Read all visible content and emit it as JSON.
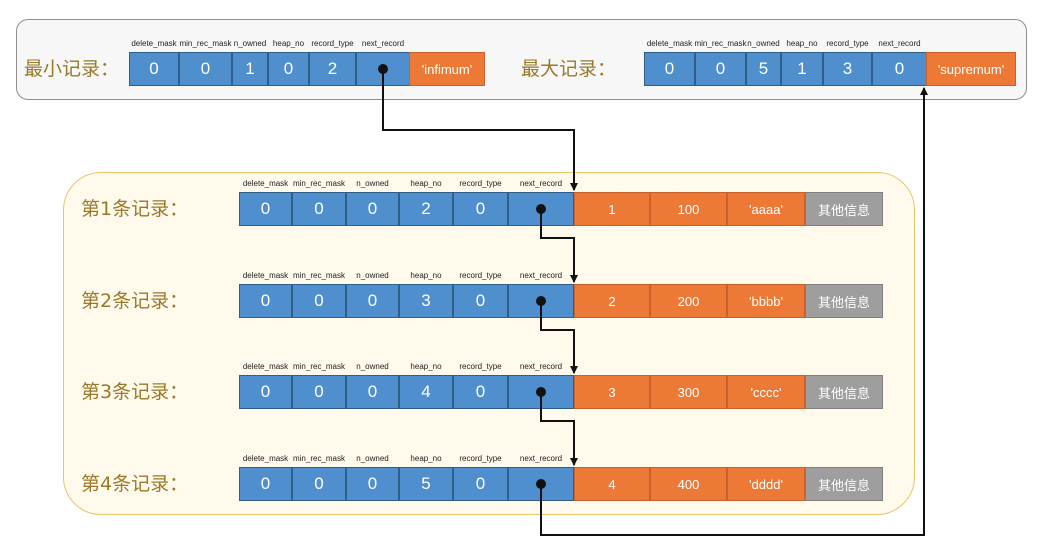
{
  "headers": [
    "delete_mask",
    "min_rec_mask",
    "n_owned",
    "heap_no",
    "record_type",
    "next_record"
  ],
  "infimum": {
    "label": "最小记录：",
    "values": [
      "0",
      "0",
      "1",
      "0",
      "2",
      ""
    ],
    "name": "'infimum'"
  },
  "supremum": {
    "label": "最大记录：",
    "values": [
      "0",
      "0",
      "5",
      "1",
      "3",
      "0"
    ],
    "name": "'supremum'"
  },
  "records": [
    {
      "label": "第1条记录：",
      "values": [
        "0",
        "0",
        "0",
        "2",
        "0",
        ""
      ],
      "data": [
        "1",
        "100",
        "'aaaa'"
      ],
      "other": "其他信息"
    },
    {
      "label": "第2条记录：",
      "values": [
        "0",
        "0",
        "0",
        "3",
        "0",
        ""
      ],
      "data": [
        "2",
        "200",
        "'bbbb'"
      ],
      "other": "其他信息"
    },
    {
      "label": "第3条记录：",
      "values": [
        "0",
        "0",
        "0",
        "4",
        "0",
        ""
      ],
      "data": [
        "3",
        "300",
        "'cccc'"
      ],
      "other": "其他信息"
    },
    {
      "label": "第4条记录：",
      "values": [
        "0",
        "0",
        "0",
        "5",
        "0",
        ""
      ],
      "data": [
        "4",
        "400",
        "'dddd'"
      ],
      "other": "其他信息"
    }
  ],
  "colors": {
    "header_cell": "#4f8fce",
    "name_cell": "#ec7a36",
    "other_cell": "#9e9e9e",
    "label_text": "#9a7a2a"
  }
}
